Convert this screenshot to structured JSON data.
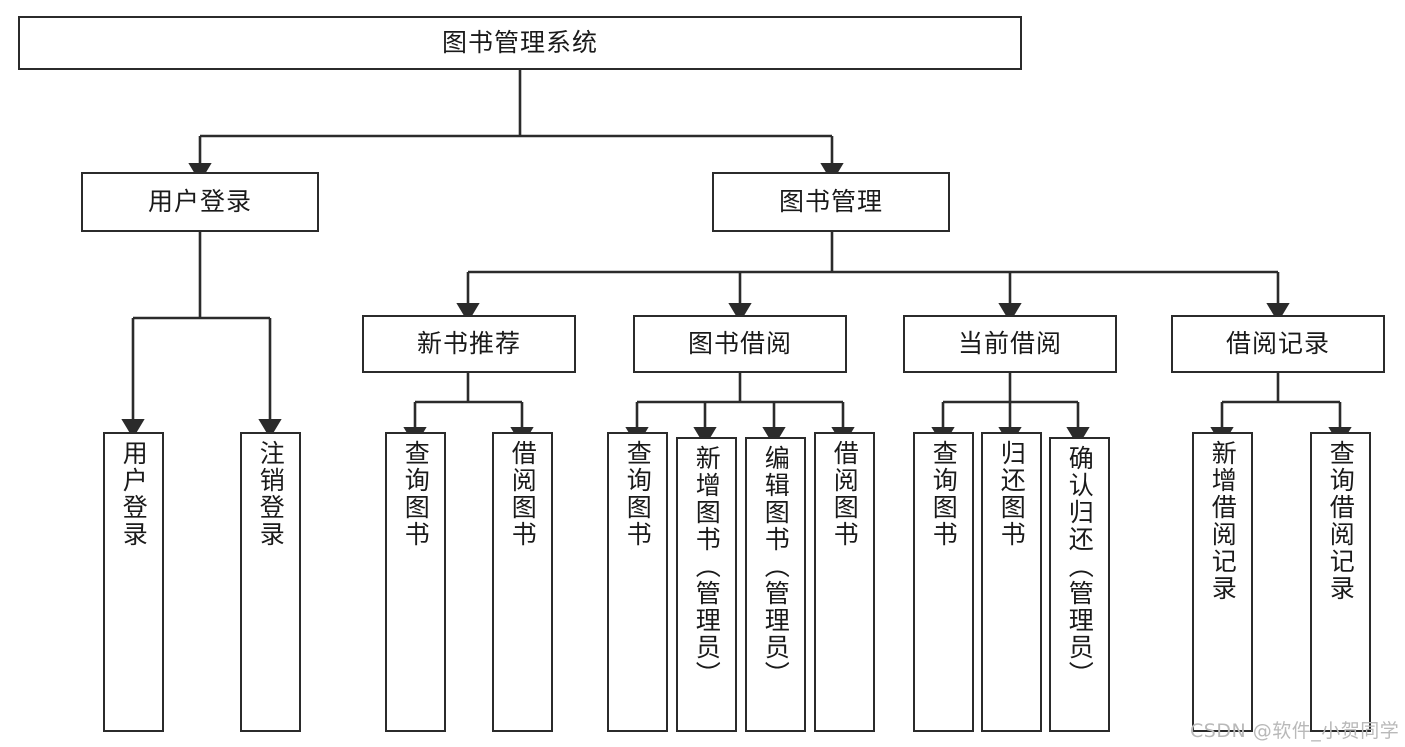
{
  "diagram": {
    "title": "图书管理系统",
    "watermark": "CSDN @软件_小贺同学",
    "stroke_color": "#2b2b2b",
    "fill_color": "#ffffff",
    "text_color": "#1a1a1a",
    "watermark_color": "#b9b9b9"
  },
  "nodes": {
    "root": {
      "label": "图书管理系统",
      "level": 1
    },
    "l2": [
      {
        "id": "user-login",
        "label": "用户登录",
        "level": 2
      },
      {
        "id": "book-manage",
        "label": "图书管理",
        "level": 2
      }
    ],
    "l3": [
      {
        "id": "new-book-rec",
        "label": "新书推荐",
        "level": 3
      },
      {
        "id": "book-borrow",
        "label": "图书借阅",
        "level": 3
      },
      {
        "id": "current-borrow",
        "label": "当前借阅",
        "level": 3
      },
      {
        "id": "borrow-record",
        "label": "借阅记录",
        "level": 3
      }
    ],
    "leaves": [
      {
        "id": "leaf-user-login",
        "label": "用户登录",
        "parent": "user-login"
      },
      {
        "id": "leaf-logout",
        "label": "注销登录",
        "parent": "user-login"
      },
      {
        "id": "leaf-query-book-1",
        "label": "查询图书",
        "parent": "new-book-rec"
      },
      {
        "id": "leaf-borrow-book-1",
        "label": "借阅图书",
        "parent": "new-book-rec"
      },
      {
        "id": "leaf-query-book-2",
        "label": "查询图书",
        "parent": "book-borrow"
      },
      {
        "id": "leaf-add-book",
        "label": "新增图书（管理员）",
        "parent": "book-borrow"
      },
      {
        "id": "leaf-edit-book",
        "label": "编辑图书（管理员）",
        "parent": "book-borrow"
      },
      {
        "id": "leaf-borrow-book-2",
        "label": "借阅图书",
        "parent": "book-borrow"
      },
      {
        "id": "leaf-query-book-3",
        "label": "查询图书",
        "parent": "current-borrow"
      },
      {
        "id": "leaf-return-book",
        "label": "归还图书",
        "parent": "current-borrow"
      },
      {
        "id": "leaf-confirm-return",
        "label": "确认归还（管理员）",
        "parent": "current-borrow"
      },
      {
        "id": "leaf-add-record",
        "label": "新增借阅记录",
        "parent": "borrow-record"
      },
      {
        "id": "leaf-query-record",
        "label": "查询借阅记录",
        "parent": "borrow-record"
      }
    ]
  }
}
